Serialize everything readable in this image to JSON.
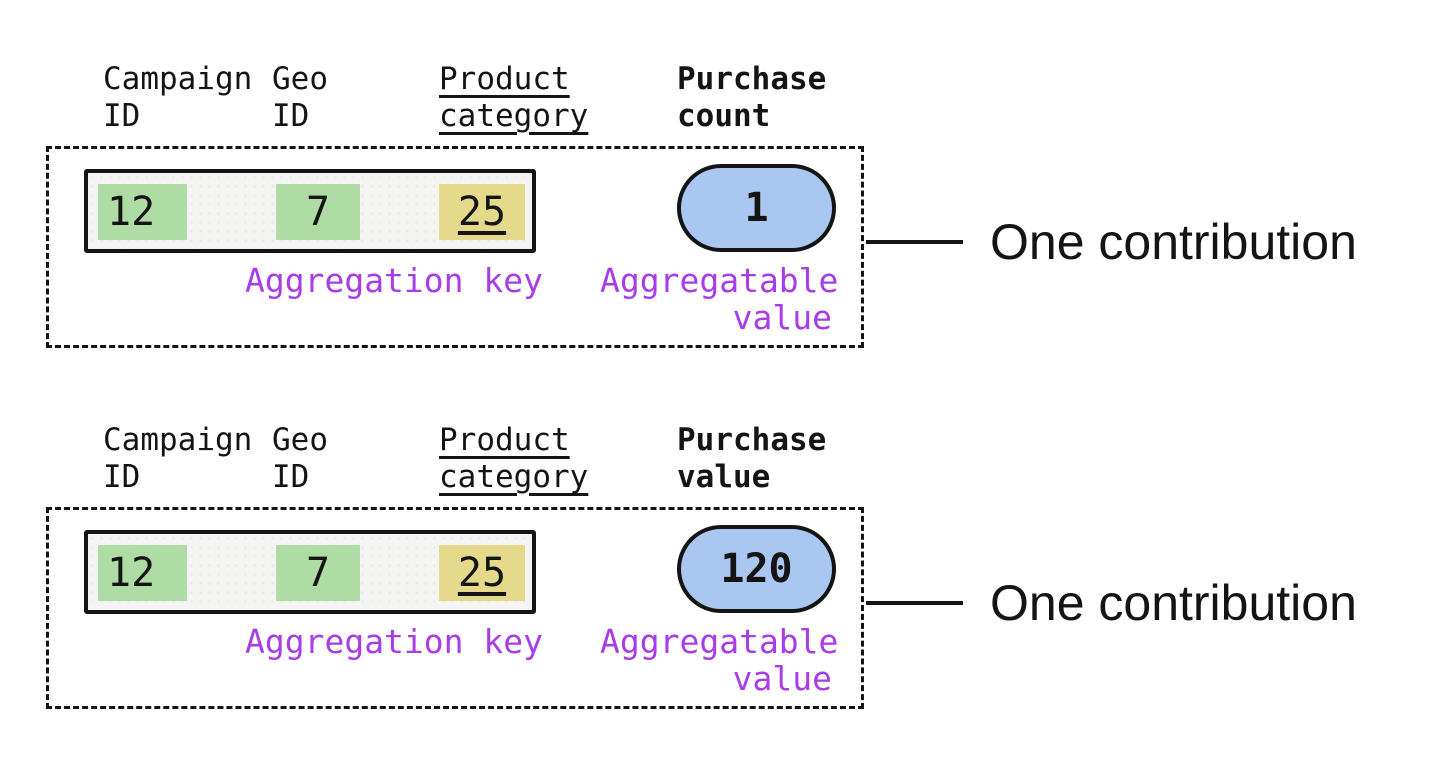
{
  "colors": {
    "ink": "#141414",
    "aggregation_key_highlight": "#aedca4",
    "product_category_highlight": "#e5d98c",
    "aggregatable_value_pill": "#a9c7f1",
    "annotation_purple": "#a83ce8",
    "record_background": "#f4f4f2"
  },
  "contributions": [
    {
      "columns": {
        "campaign": {
          "line1": "Campaign",
          "line2": "ID"
        },
        "geo": {
          "line1": "Geo",
          "line2": "ID"
        },
        "product": {
          "line1": "Product",
          "line2": "category"
        },
        "measure": {
          "line1": "Purchase",
          "line2": "count"
        }
      },
      "record": {
        "campaign_id": "12",
        "geo_id": "7",
        "product_category": "25"
      },
      "aggregatable_value": "1",
      "labels": {
        "aggregation_key": "Aggregation key",
        "aggregatable_line1": "Aggregatable",
        "aggregatable_line2": "value"
      },
      "callout": "One contribution"
    },
    {
      "columns": {
        "campaign": {
          "line1": "Campaign",
          "line2": "ID"
        },
        "geo": {
          "line1": "Geo",
          "line2": "ID"
        },
        "product": {
          "line1": "Product",
          "line2": "category"
        },
        "measure": {
          "line1": "Purchase",
          "line2": "value"
        }
      },
      "record": {
        "campaign_id": "12",
        "geo_id": "7",
        "product_category": "25"
      },
      "aggregatable_value": "120",
      "labels": {
        "aggregation_key": "Aggregation key",
        "aggregatable_line1": "Aggregatable",
        "aggregatable_line2": "value"
      },
      "callout": "One contribution"
    }
  ]
}
